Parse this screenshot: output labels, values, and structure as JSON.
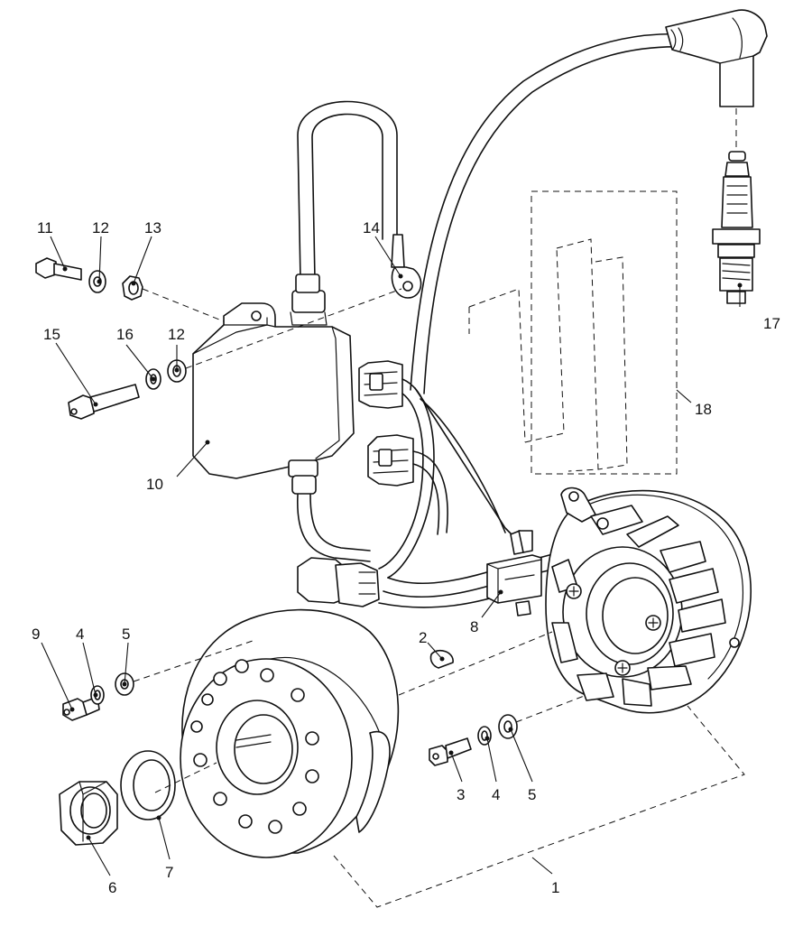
{
  "callouts": [
    {
      "id": "c1",
      "number": "1"
    },
    {
      "id": "c2",
      "number": "2"
    },
    {
      "id": "c3",
      "number": "3"
    },
    {
      "id": "c4a",
      "number": "4"
    },
    {
      "id": "c4b",
      "number": "4"
    },
    {
      "id": "c5a",
      "number": "5"
    },
    {
      "id": "c5b",
      "number": "5"
    },
    {
      "id": "c6",
      "number": "6"
    },
    {
      "id": "c7",
      "number": "7"
    },
    {
      "id": "c8",
      "number": "8"
    },
    {
      "id": "c9",
      "number": "9"
    },
    {
      "id": "c10",
      "number": "10"
    },
    {
      "id": "c11",
      "number": "11"
    },
    {
      "id": "c12a",
      "number": "12"
    },
    {
      "id": "c12b",
      "number": "12"
    },
    {
      "id": "c13",
      "number": "13"
    },
    {
      "id": "c14",
      "number": "14"
    },
    {
      "id": "c15",
      "number": "15"
    },
    {
      "id": "c16",
      "number": "16"
    },
    {
      "id": "c17",
      "number": "17"
    },
    {
      "id": "c18",
      "number": "18"
    }
  ]
}
